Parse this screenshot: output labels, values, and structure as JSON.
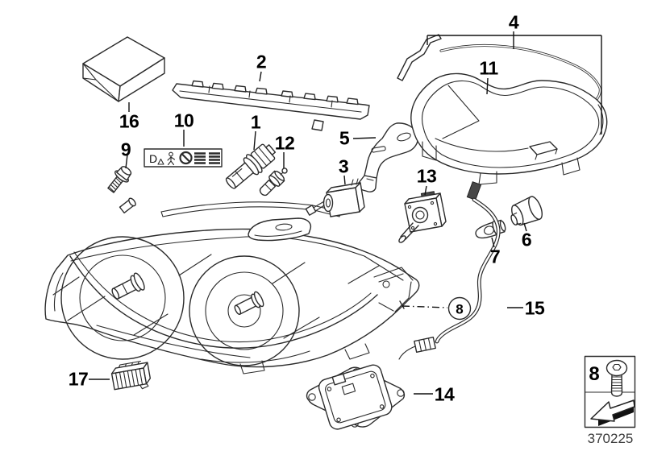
{
  "callouts": {
    "n1": "1",
    "n2": "2",
    "n3": "3",
    "n4": "4",
    "n5": "5",
    "n6": "6",
    "n7": "7",
    "n9": "9",
    "n10": "10",
    "n11": "11",
    "n12": "12",
    "n13": "13",
    "n14": "14",
    "n15": "15",
    "n16": "16",
    "n17": "17"
  },
  "circled_callout": {
    "number": "8"
  },
  "legend": {
    "item_number": "8",
    "icons": [
      "torx-screw-icon",
      "direction-arrow-icon"
    ]
  },
  "warning_label": {
    "letter": "D",
    "icons": [
      "warning-triangle-icon",
      "person-icon",
      "prohibition-icon",
      "text-lines-icon",
      "text-lines-icon"
    ]
  },
  "footer": {
    "drawing_number": "370225"
  },
  "colors": {
    "background": "#ffffff",
    "line": "#2b2b2b",
    "callout_text": "#000000",
    "footer_text": "#3b3b3b"
  }
}
